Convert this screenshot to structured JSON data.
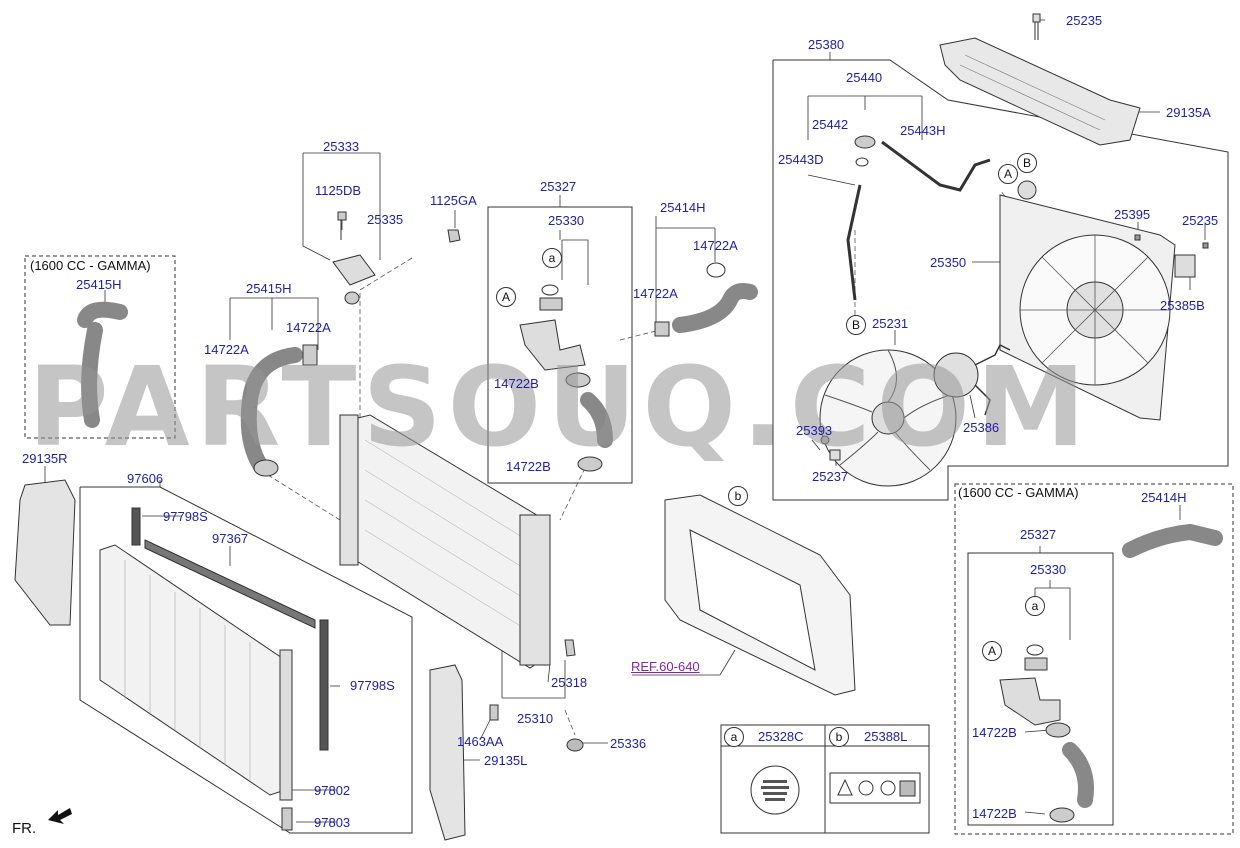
{
  "watermark": "PARTSOUQ.COM",
  "direction_label": "FR.",
  "ref_label": "REF.60-640",
  "variant_left": "(1600 CC - GAMMA)",
  "variant_right": "(1600 CC - GAMMA)",
  "parts": {
    "p25235_top": "25235",
    "p29135A": "29135A",
    "p25380": "25380",
    "p25440": "25440",
    "p25442": "25442",
    "p25443H": "25443H",
    "p25443D": "25443D",
    "p25395": "25395",
    "p25235_mid": "25235",
    "p25350": "25350",
    "p25385B": "25385B",
    "p25231": "25231",
    "p25386": "25386",
    "p25393": "25393",
    "p25237": "25237",
    "p25333": "25333",
    "p1125DB": "1125DB",
    "p25335": "25335",
    "p1125GA": "1125GA",
    "p25327": "25327",
    "p25330": "25330",
    "p25414H": "25414H",
    "p14722A_r1": "14722A",
    "p14722A_r2": "14722A",
    "p14722B_1": "14722B",
    "p14722B_2": "14722B",
    "p25415H_left": "25415H",
    "p25415H": "25415H",
    "p14722A_l1": "14722A",
    "p14722A_l2": "14722A",
    "p29135R": "29135R",
    "p97606": "97606",
    "p97798S_1": "97798S",
    "p97367": "97367",
    "p97798S_2": "97798S",
    "p97802": "97802",
    "p97803": "97803",
    "p25318": "25318",
    "p25310": "25310",
    "p1463AA": "1463AA",
    "p29135L": "29135L",
    "p25336": "25336",
    "p25414H_r": "25414H",
    "p25327_r": "25327",
    "p25330_r": "25330",
    "p14722B_r1": "14722B",
    "p14722B_r2": "14722B"
  },
  "callouts": {
    "A": "A",
    "B": "B",
    "a": "a",
    "b": "b"
  },
  "legend": {
    "a_code": "25328C",
    "b_code": "25388L"
  }
}
